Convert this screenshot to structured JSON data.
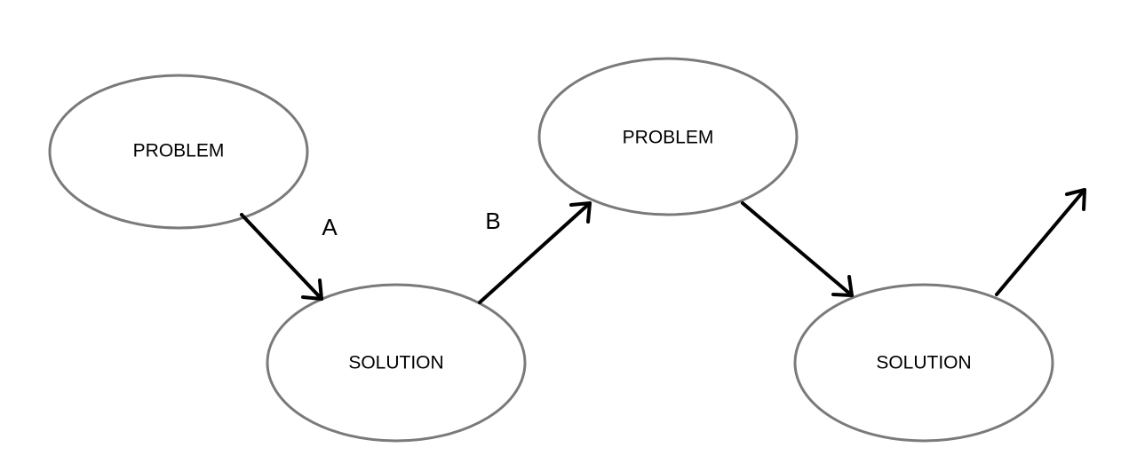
{
  "diagram": {
    "nodes": [
      {
        "id": "problem_1",
        "label": "PROBLEM"
      },
      {
        "id": "solution_1",
        "label": "SOLUTION"
      },
      {
        "id": "problem_2",
        "label": "PROBLEM"
      },
      {
        "id": "solution_2",
        "label": "SOLUTION"
      }
    ],
    "edges": [
      {
        "from": "problem_1",
        "to": "solution_1",
        "label": "A"
      },
      {
        "from": "solution_1",
        "to": "problem_2",
        "label": "B"
      },
      {
        "from": "problem_2",
        "to": "solution_2",
        "label": ""
      },
      {
        "from": "solution_2",
        "to": "",
        "label": ""
      }
    ]
  }
}
